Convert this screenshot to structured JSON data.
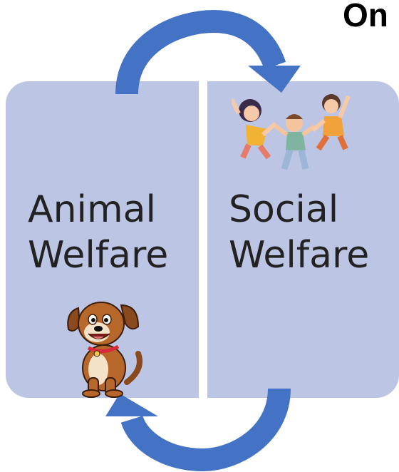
{
  "title": "On",
  "panels": {
    "left": {
      "line1": "Animal",
      "line2": "Welfare"
    },
    "right": {
      "line1": "Social",
      "line2": "Welfare"
    }
  },
  "colors": {
    "panel": "#bdc5e4",
    "arrow": "#4472c4"
  },
  "icons": [
    "children-illustration",
    "dog-illustration"
  ]
}
